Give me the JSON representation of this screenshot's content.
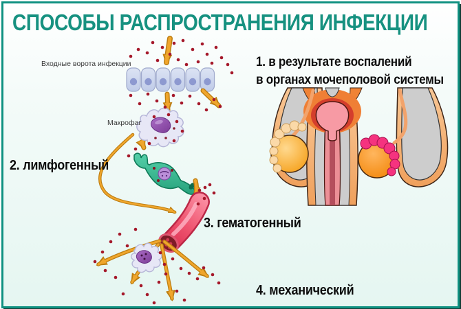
{
  "poster": {
    "title": "СПОСОБЫ РАСПРОСТРАНЕНИЯ ИНФЕКЦИИ"
  },
  "labels": {
    "entry_gates": "Входные ворота инфекции",
    "macrophage": "Макрофаг"
  },
  "methods": {
    "item1_line1": "1. в результате воспалений",
    "item1_line2": "в органах мочеполовой системы",
    "item2": "2. лимфогенный",
    "item3": "3. гематогенный",
    "item4": "4. механический"
  },
  "colors": {
    "accent_teal": "#169180",
    "frame_border": "#0f9181",
    "bacteria_red": "#a5182a",
    "arrow_gold": "#f0a62c",
    "lymph_vessel_green": "#3fc39e",
    "blood_vessel_pink": "#ef5570",
    "inflammation_magenta": "#f5337f",
    "epithelial_cell_blue": "#c8d4ec"
  }
}
